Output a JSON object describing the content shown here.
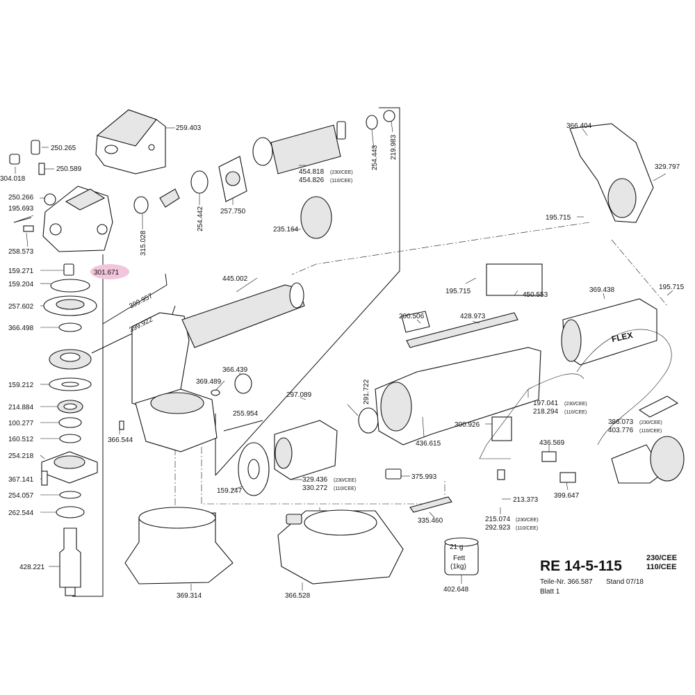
{
  "labels": [
    {
      "id": "p259403",
      "num": "259.403"
    },
    {
      "id": "p250265",
      "num": "250.265"
    },
    {
      "id": "p250589",
      "num": "250.589"
    },
    {
      "id": "p304018",
      "num": "304.018"
    },
    {
      "id": "p250266",
      "num": "250.266"
    },
    {
      "id": "p195693",
      "num": "195.693"
    },
    {
      "id": "p258573",
      "num": "258.573"
    },
    {
      "id": "p301671",
      "num": "301.671"
    },
    {
      "id": "p159271",
      "num": "159.271"
    },
    {
      "id": "p159204",
      "num": "159.204"
    },
    {
      "id": "p257602",
      "num": "257.602"
    },
    {
      "id": "p366498",
      "num": "366.498"
    },
    {
      "id": "p159212",
      "num": "159.212"
    },
    {
      "id": "p214884",
      "num": "214.884"
    },
    {
      "id": "p100277",
      "num": "100.277"
    },
    {
      "id": "p160512",
      "num": "160.512"
    },
    {
      "id": "p254218",
      "num": "254.218"
    },
    {
      "id": "p367141",
      "num": "367.141"
    },
    {
      "id": "p254057",
      "num": "254.057"
    },
    {
      "id": "p262544",
      "num": "262.544"
    },
    {
      "id": "p428221",
      "num": "428.221"
    },
    {
      "id": "p315028",
      "num": "315.028"
    },
    {
      "id": "p254442",
      "num": "254.442"
    },
    {
      "id": "p257750",
      "num": "257.750"
    },
    {
      "id": "p454818",
      "num": "454.818",
      "variant": "(230/CEE)"
    },
    {
      "id": "p454826",
      "num": "454.826",
      "variant": "(110/CEE)"
    },
    {
      "id": "p254443",
      "num": "254.443"
    },
    {
      "id": "p219983",
      "num": "219.983"
    },
    {
      "id": "p235164",
      "num": "235.164"
    },
    {
      "id": "p399957",
      "num": "399.957"
    },
    {
      "id": "p399922",
      "num": "399.922"
    },
    {
      "id": "p445002",
      "num": "445.002"
    },
    {
      "id": "p366404",
      "num": "366.404"
    },
    {
      "id": "p329797",
      "num": "329.797"
    },
    {
      "id": "p195715a",
      "num": "195.715"
    },
    {
      "id": "p195715b",
      "num": "195.715"
    },
    {
      "id": "p195715c",
      "num": "195.715"
    },
    {
      "id": "p450553",
      "num": "450.553"
    },
    {
      "id": "p369438",
      "num": "369.438"
    },
    {
      "id": "p200506",
      "num": "200.506"
    },
    {
      "id": "p428973",
      "num": "428.973"
    },
    {
      "id": "p366439",
      "num": "366.439"
    },
    {
      "id": "p369489",
      "num": "369.489"
    },
    {
      "id": "p366544",
      "num": "366.544"
    },
    {
      "id": "p297089",
      "num": "297.089"
    },
    {
      "id": "p291722",
      "num": "291.722"
    },
    {
      "id": "p255954",
      "num": "255.954"
    },
    {
      "id": "p436615",
      "num": "436.615"
    },
    {
      "id": "p197041",
      "num": "197.041",
      "variant": "(230/CEE)"
    },
    {
      "id": "p218294",
      "num": "218.294",
      "variant": "(110/CEE)"
    },
    {
      "id": "p386073",
      "num": "386.073",
      "variant": "(230/CEE)"
    },
    {
      "id": "p403776",
      "num": "403.776",
      "variant": "(110/CEE)"
    },
    {
      "id": "p300926",
      "num": "300.926"
    },
    {
      "id": "p329436",
      "num": "329.436",
      "variant": "(230/CEE)"
    },
    {
      "id": "p330272",
      "num": "330.272",
      "variant": "(110/CEE)"
    },
    {
      "id": "p159247",
      "num": "159.247"
    },
    {
      "id": "p375993",
      "num": "375.993"
    },
    {
      "id": "p436569",
      "num": "436.569"
    },
    {
      "id": "p399647",
      "num": "399.647"
    },
    {
      "id": "p213373",
      "num": "213.373"
    },
    {
      "id": "p215074",
      "num": "215.074",
      "variant": "(230/CEE)"
    },
    {
      "id": "p292923",
      "num": "292.923",
      "variant": "(110/CEE)"
    },
    {
      "id": "p335460",
      "num": "335.460"
    },
    {
      "id": "p369314",
      "num": "369.314"
    },
    {
      "id": "p366528",
      "num": "366.528"
    },
    {
      "id": "p402648",
      "num": "402.648"
    }
  ],
  "grease": {
    "weight": "21 g",
    "name": "Fett",
    "qty": "(1kg)"
  },
  "brand": "FLEX",
  "titleblock": {
    "model": "RE 14-5-115",
    "variant1": "230/CEE",
    "variant2": "110/CEE",
    "parts_no": "Teile-Nr. 366.587",
    "date": "Stand 07/18",
    "sheet": "Blatt 1"
  },
  "highlight_color": "#f1c6dc"
}
